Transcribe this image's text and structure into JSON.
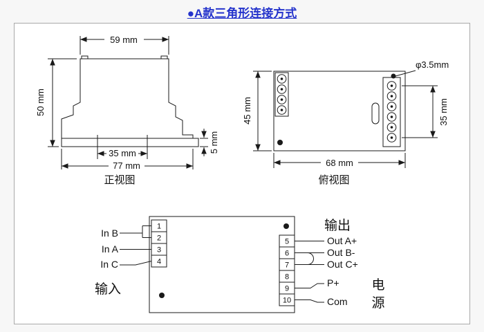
{
  "colors": {
    "title_accent": "#2433cc",
    "line": "#1a1a1a",
    "panel_bg": "#ffffff"
  },
  "page": {
    "bullet": "●",
    "title": "A款三角形连接方式"
  },
  "front_view": {
    "caption": "正视图",
    "dim_width_top": "59 mm",
    "dim_height": "50 mm",
    "dim_inner_width": "35 mm",
    "dim_total_width": "77 mm",
    "dim_rail_height": "5 mm"
  },
  "top_view": {
    "caption": "俯视图",
    "dim_hole": "φ3.5mm",
    "dim_height": "45 mm",
    "dim_terminal_span": "35 mm",
    "dim_width": "68 mm"
  },
  "wiring": {
    "group_input": "输入",
    "group_output": "输出",
    "group_power_char1": "电",
    "group_power_char2": "源",
    "terminals_left": [
      "1",
      "2",
      "3",
      "4"
    ],
    "terminals_right": [
      "5",
      "6",
      "7",
      "8",
      "9",
      "10"
    ],
    "input_pins": [
      "In B",
      "In A",
      "In C"
    ],
    "output_pins": [
      "Out A+",
      "Out B-",
      "Out C+",
      "P+",
      "Com"
    ]
  }
}
